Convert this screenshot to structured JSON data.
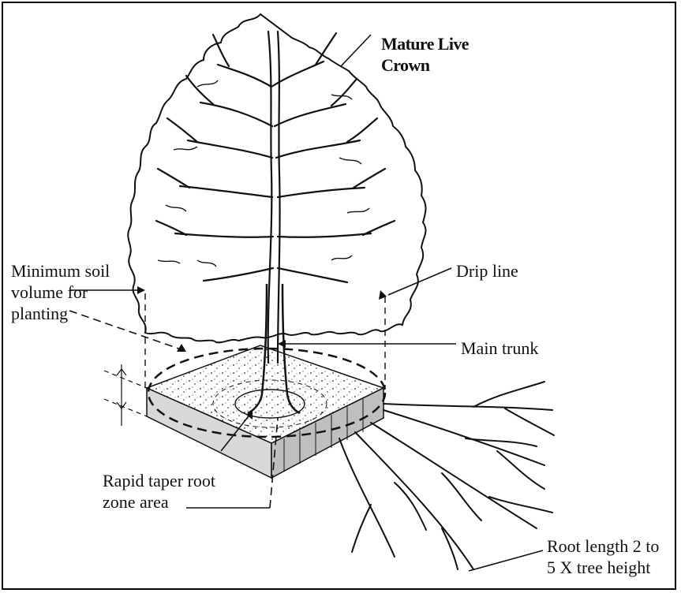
{
  "labels": {
    "crown": [
      "Mature Live",
      "Crown"
    ],
    "min_soil": [
      "Minimum soil",
      "volume for",
      "planting"
    ],
    "drip_line": "Drip line",
    "main_trunk": "Main trunk",
    "rapid_taper": [
      "Rapid taper root",
      "zone area"
    ],
    "root_length": [
      "Root length 2 to",
      "5 X tree height"
    ]
  },
  "colors": {
    "ink": "#111111",
    "background": "#ffffff",
    "frame": "#000000"
  }
}
